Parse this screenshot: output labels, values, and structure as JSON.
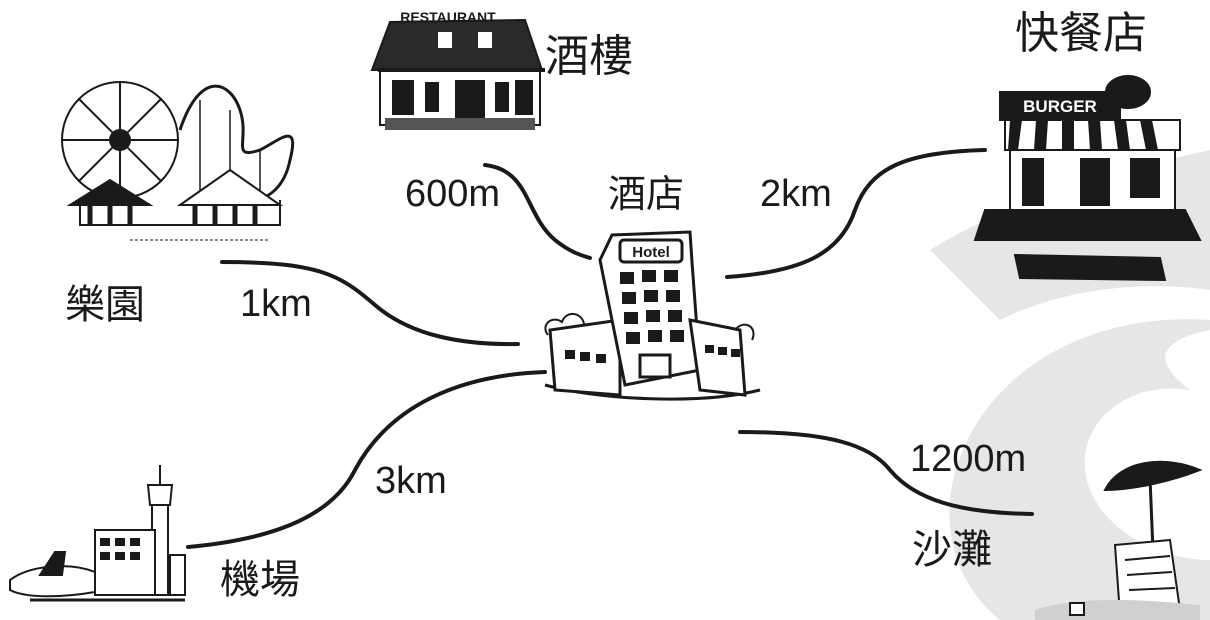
{
  "colors": {
    "ink": "#1a1a1a",
    "watermark": "#e6e6e6",
    "background": "#ffffff"
  },
  "center": {
    "label": "酒店",
    "icon": "hotel-building-icon",
    "sign": "Hotel"
  },
  "places": [
    {
      "id": "restaurant",
      "label": "酒樓",
      "distance": "600m",
      "icon": "restaurant-icon",
      "sign": "RESTAURANT"
    },
    {
      "id": "fastfood",
      "label": "快餐店",
      "distance": "2km",
      "icon": "burger-shop-icon",
      "sign": "BURGER"
    },
    {
      "id": "park",
      "label": "樂園",
      "distance": "1km",
      "icon": "amusement-park-icon"
    },
    {
      "id": "airport",
      "label": "機場",
      "distance": "3km",
      "icon": "airport-icon"
    },
    {
      "id": "beach",
      "label": "沙灘",
      "distance": "1200m",
      "icon": "beach-umbrella-icon"
    }
  ]
}
